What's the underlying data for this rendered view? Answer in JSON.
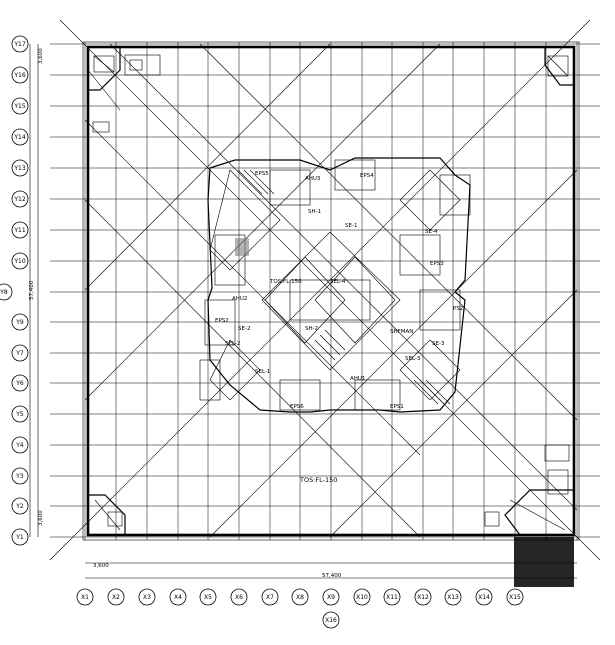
{
  "drawing": {
    "axes_left": [
      "Y17",
      "Y16",
      "Y15",
      "Y14",
      "Y13",
      "Y12",
      "Y11",
      "Y10",
      "Y9",
      "Y8",
      "Y7",
      "Y6",
      "Y5",
      "Y4",
      "Y3",
      "Y2",
      "Y1"
    ],
    "axes_bottom": [
      "X1",
      "X2",
      "X3",
      "X4",
      "X5",
      "X6",
      "X7",
      "X8",
      "X9",
      "X10",
      "X11",
      "X12",
      "X13",
      "X14",
      "X15"
    ],
    "axis_extra": "X16",
    "dim_total_bottom": "57,400",
    "dim_first_bottom": "3,600",
    "dim_top_left": "3,600",
    "dim_bottom_left": "3,600",
    "dim_total_left": "57,400",
    "core_rooms": [
      {
        "id": "r1",
        "text": "EPS5"
      },
      {
        "id": "r2",
        "text": "AHU3"
      },
      {
        "id": "r3",
        "text": "EPS4"
      },
      {
        "id": "r4",
        "text": "EPS3"
      },
      {
        "id": "r5",
        "text": "EPS2"
      },
      {
        "id": "r6",
        "text": "AHU2"
      },
      {
        "id": "r7",
        "text": "AHU1"
      },
      {
        "id": "r8",
        "text": "EPS1"
      },
      {
        "id": "r9",
        "text": "EPS6"
      },
      {
        "id": "r10",
        "text": "PS2"
      },
      {
        "id": "r11",
        "text": "TOS:FL-150"
      },
      {
        "id": "r12",
        "text": "SEL-1"
      },
      {
        "id": "r13",
        "text": "SEL-2"
      },
      {
        "id": "r14",
        "text": "SEL-3"
      },
      {
        "id": "r15",
        "text": "SEL-4"
      },
      {
        "id": "r16",
        "text": "SE-1"
      },
      {
        "id": "r17",
        "text": "SE-2"
      },
      {
        "id": "r18",
        "text": "SE-3"
      },
      {
        "id": "r19",
        "text": "SE-4"
      },
      {
        "id": "r20",
        "text": "SH-1"
      },
      {
        "id": "r21",
        "text": "SH-2"
      },
      {
        "id": "r22",
        "text": "SHFMAN"
      }
    ],
    "floor_label": "TOS:FL-150",
    "floor_label_2": "TOS:FL-150",
    "note_dots": "..."
  }
}
